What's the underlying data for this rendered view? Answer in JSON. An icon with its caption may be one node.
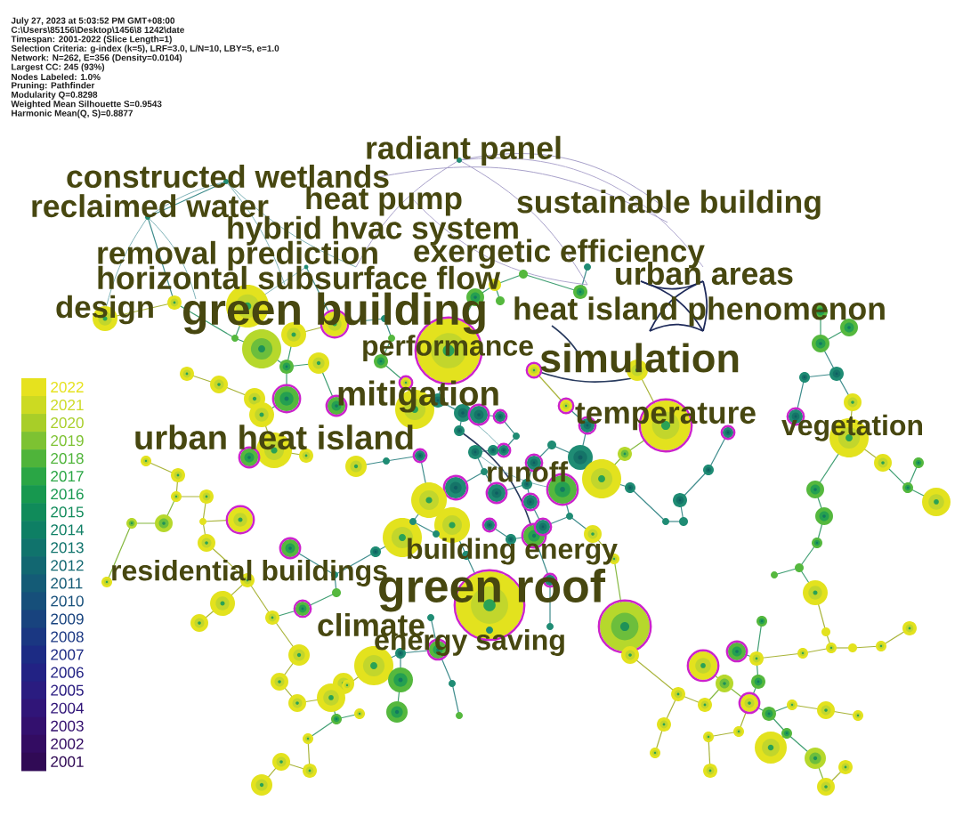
{
  "diagram": {
    "labels": [
      "July 27, 2023 at 5:03:52 PM GMT+08:00",
      "C:\\Users\\85156\\Desktop\\1456\\8 1242\\date",
      "Timespan: 2001-2022 (Slice Length=1)",
      "Selection Criteria: g-index (k=5), LRF=3.0, L/N=10, LBY=5, e=1.0",
      "Network: N=262, E=356 (Density=0.0104)",
      "Largest CC: 245 (93%)",
      "Nodes Labeled: 1.0%",
      "Pruning: Pathfinder",
      "Modularity Q=0.8298",
      "Weighted Mean Silhouette S=0.9543",
      "Harmonic Mean(Q, S)=0.8877",
      "radiant panel",
      "constructed wetlands",
      "reclaimed water",
      "heat pump",
      "sustainable building",
      "hybrid hvac system",
      "removal prediction",
      "exergetic efficiency",
      "horizontal subsurface flow",
      "urban areas",
      "design",
      "green building",
      "heat island phenomenon",
      "performance",
      "simulation",
      "mitigation",
      "urban heat island",
      "temperature",
      "vegetation",
      "runoff",
      "building energy",
      "residential buildings",
      "green roof",
      "climate",
      "energy saving"
    ],
    "legend": [
      {
        "text": "2022",
        "color": "#e6e21e"
      },
      {
        "text": "2021",
        "color": "#ccda22"
      },
      {
        "text": "2020",
        "color": "#a8ce28"
      },
      {
        "text": "2019",
        "color": "#7dc232"
      },
      {
        "text": "2018",
        "color": "#4fb43a"
      },
      {
        "text": "2017",
        "color": "#2aa645"
      },
      {
        "text": "2016",
        "color": "#17984f"
      },
      {
        "text": "2015",
        "color": "#108b5a"
      },
      {
        "text": "2014",
        "color": "#0e7f64"
      },
      {
        "text": "2013",
        "color": "#10736c"
      },
      {
        "text": "2012",
        "color": "#126771"
      },
      {
        "text": "2011",
        "color": "#145b76"
      },
      {
        "text": "2010",
        "color": "#164f7a"
      },
      {
        "text": "2009",
        "color": "#18437e"
      },
      {
        "text": "2008",
        "color": "#1a3782"
      },
      {
        "text": "2007",
        "color": "#1c2b84"
      },
      {
        "text": "2006",
        "color": "#222284"
      },
      {
        "text": "2005",
        "color": "#2a1c80"
      },
      {
        "text": "2004",
        "color": "#301578"
      },
      {
        "text": "2003",
        "color": "#33106e"
      },
      {
        "text": "2002",
        "color": "#330c62"
      },
      {
        "text": "2001",
        "color": "#300a55"
      }
    ]
  }
}
